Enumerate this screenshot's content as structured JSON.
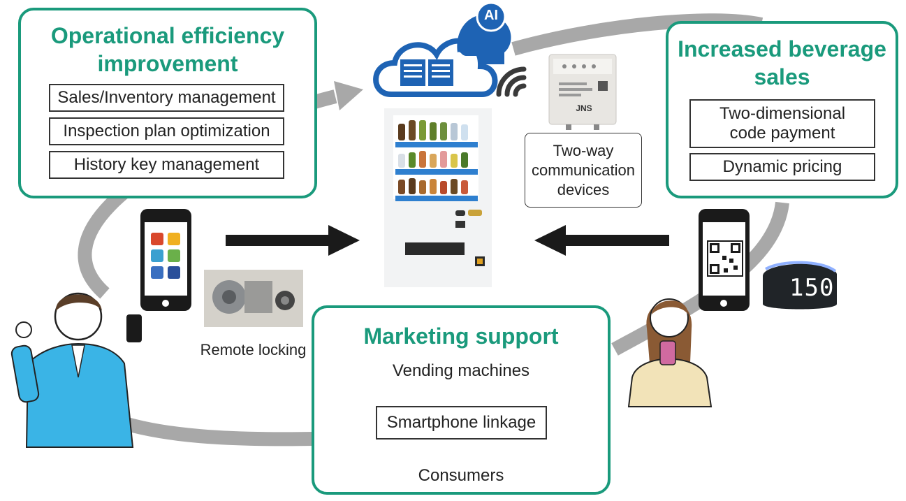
{
  "colors": {
    "accent": "#1a9a7c",
    "flow_gray": "#a8a8a8",
    "cloud_blue": "#1e63b4",
    "arrow_black": "#1a1a1a"
  },
  "operational": {
    "title_line1": "Operational efficiency",
    "title_line2": "improvement",
    "items": [
      "Sales/Inventory management",
      "Inspection plan optimization",
      "History key management"
    ]
  },
  "beverage": {
    "title_line1": "Increased beverage",
    "title_line2": "sales",
    "items": [
      "Two-dimensional code payment",
      "Dynamic pricing"
    ]
  },
  "marketing": {
    "title": "Marketing support",
    "top": "Vending machines",
    "middle": "Smartphone linkage",
    "bottom": "Consumers"
  },
  "devices": {
    "label": "Two-way communication devices",
    "brand": "JNS"
  },
  "cloud": {
    "badge": "AI"
  },
  "lock": {
    "label": "Remote locking"
  },
  "display": {
    "price": "150"
  },
  "icons": [
    "cloud-server-icon",
    "ai-head-icon",
    "wifi-signal-icon",
    "smartphone-apps-icon",
    "qr-code-icon",
    "lock-mechanism-icon"
  ]
}
